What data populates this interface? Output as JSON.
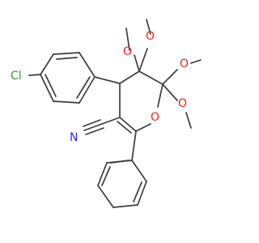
{
  "molecule": {
    "atom_labels": {
      "chlorine": "Cl",
      "nitrogen": "N",
      "ring_oxygen": "O",
      "methoxy_oxygens": [
        "O",
        "O",
        "O",
        "O"
      ]
    },
    "colors": {
      "bond": "#3c3c3c",
      "chlorine": "#2a9d2a",
      "nitrogen": "#2b2bd9",
      "oxygen": "#e8261c"
    }
  }
}
